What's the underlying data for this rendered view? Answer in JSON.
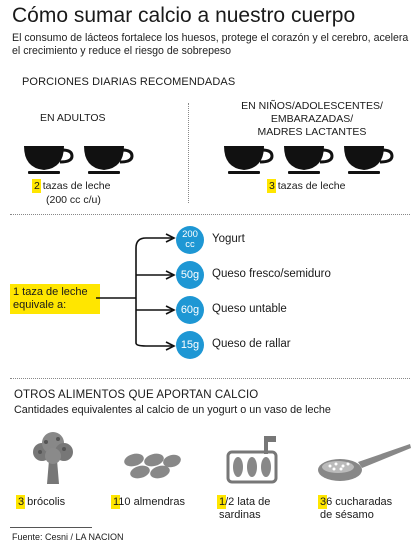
{
  "title": "Cómo sumar calcio a nuestro cuerpo",
  "subtitle": "El consumo de lácteos fortalece los huesos, protege el corazón y el cerebro, acelera el crecimiento y reduce el riesgo de sobrepeso",
  "portions": {
    "heading": "PORCIONES  DIARIAS RECOMENDADAS",
    "adults": {
      "label": "EN ADULTOS",
      "cups": 2,
      "amount_number": "2",
      "amount_text": " tazas de leche",
      "amount_note": "(200 cc c/u)"
    },
    "kids": {
      "label_line1": "EN NIÑOS/ADOLESCENTES/",
      "label_line2": "EMBARAZADAS/",
      "label_line3": "MADRES LACTANTES",
      "cups": 3,
      "amount_number": "3",
      "amount_text": " tazas de leche"
    }
  },
  "equivalence": {
    "source_line1": "1 taza de leche",
    "source_line2": "equivale a:",
    "options": [
      {
        "badge": "200",
        "badge_unit": "cc",
        "label": "Yogurt"
      },
      {
        "badge": "50g",
        "badge_unit": "",
        "label": "Queso fresco/semiduro"
      },
      {
        "badge": "60g",
        "badge_unit": "",
        "label": "Queso untable"
      },
      {
        "badge": "15g",
        "badge_unit": "",
        "label": "Queso de rallar"
      }
    ]
  },
  "others": {
    "heading": "OTROS ALIMENTOS QUE APORTAN CALCIO",
    "subheading": "Cantidades equivalentes al calcio de un yogurt o un vaso de leche",
    "items": [
      {
        "icon": "broccoli-icon",
        "number": "3",
        "line1": " brócolis",
        "line2": ""
      },
      {
        "icon": "almonds-icon",
        "number": "110",
        "line1": " almendras",
        "line2": ""
      },
      {
        "icon": "sardine-can-icon",
        "number": "1/2",
        "line1": " lata de",
        "line2": "sardinas"
      },
      {
        "icon": "sesame-spoon-icon",
        "number": "36",
        "line1": " cucharadas",
        "line2": "de sésamo"
      }
    ]
  },
  "source": "Fuente: Cesni / LA NACION",
  "colors": {
    "accent": "#1e97d4",
    "highlight": "#ffe600",
    "ink": "#1a1a1a"
  }
}
